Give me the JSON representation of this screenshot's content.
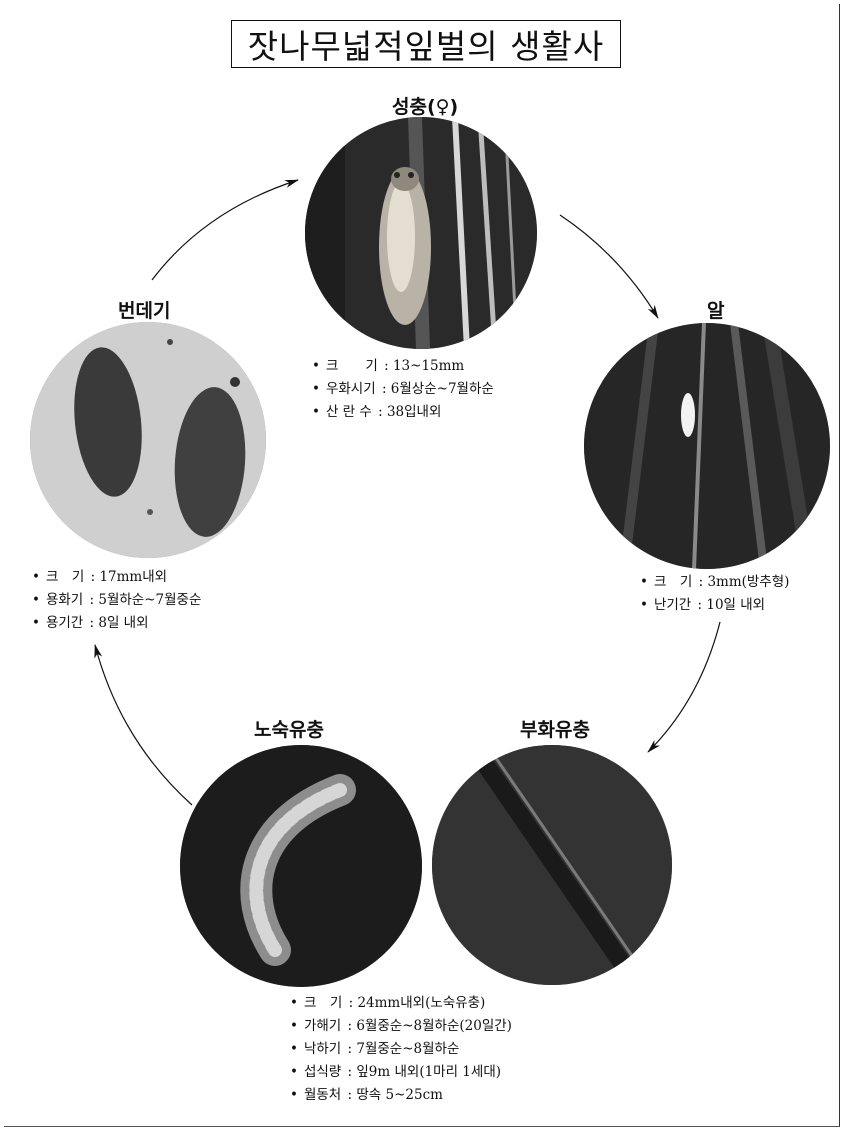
{
  "title": "잣나무넓적잎벌의 생활사",
  "stages": {
    "adult": {
      "label": "성충(♀)",
      "info": [
        {
          "key": "크　　기",
          "value": "13~15mm"
        },
        {
          "key": "우화시기",
          "value": "6월상순~7월하순"
        },
        {
          "key": "산 란 수",
          "value": "38입내외"
        }
      ]
    },
    "egg": {
      "label": "알",
      "info": [
        {
          "key": "크　기",
          "value": "3mm(방추형)"
        },
        {
          "key": "난기간",
          "value": "10일 내외"
        }
      ]
    },
    "young_larva": {
      "label": "부화유충"
    },
    "mature_larva": {
      "label": "노숙유충",
      "info": [
        {
          "key": "크　기",
          "value": "24mm내외(노숙유충)"
        },
        {
          "key": "가해기",
          "value": "6월중순~8월하순(20일간)"
        },
        {
          "key": "낙하기",
          "value": "7월중순~8월하순"
        },
        {
          "key": "섭식량",
          "value": "잎9m 내외(1마리 1세대)"
        },
        {
          "key": "월동처",
          "value": "땅속 5~25cm"
        }
      ]
    },
    "pupa": {
      "label": "번데기",
      "info": [
        {
          "key": "크　기",
          "value": "17mm내외"
        },
        {
          "key": "용화기",
          "value": "5월하순~7월중순"
        },
        {
          "key": "용기간",
          "value": "8일 내외"
        }
      ]
    }
  }
}
